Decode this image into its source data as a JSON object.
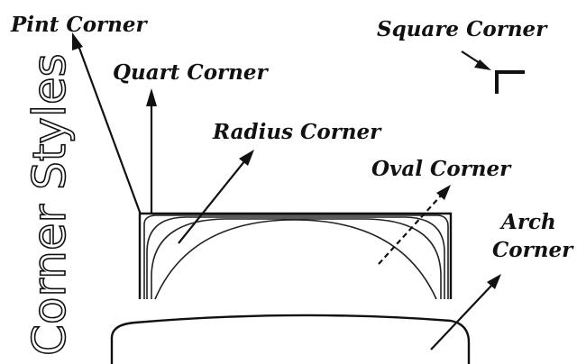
{
  "title": "Corner Styles",
  "labels": {
    "pint": "Pint Corner",
    "square": "Square Corner",
    "quart": "Quart Corner",
    "radius": "Radius Corner",
    "oval": "Oval Corner",
    "arch_line1": "Arch",
    "arch_line2": "Corner"
  }
}
